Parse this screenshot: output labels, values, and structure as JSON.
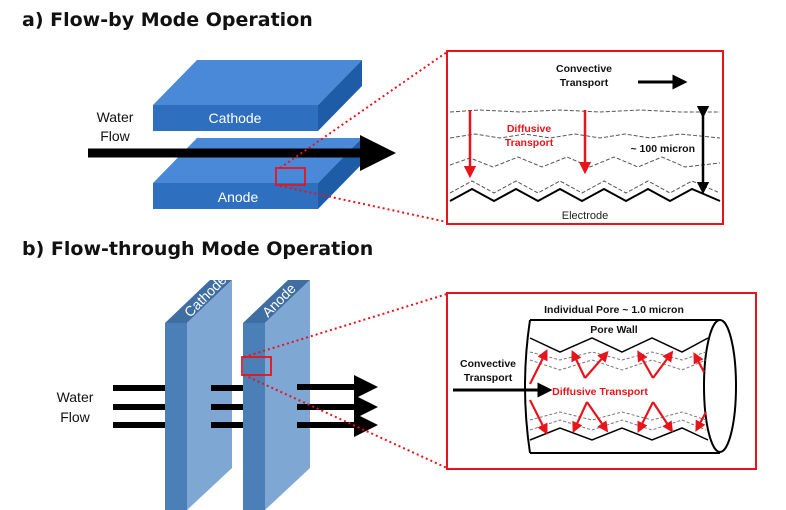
{
  "panel_a": {
    "title": "a) Flow-by Mode Operation",
    "cathode_label": "Cathode",
    "anode_label": "Anode",
    "water_flow_line1": "Water",
    "water_flow_line2": "Flow",
    "inset": {
      "convective_line1": "Convective",
      "convective_line2": "Transport",
      "diffusive_line1": "Diffusive",
      "diffusive_line2": "Transport",
      "thickness_label": "~ 100 micron",
      "electrode_label": "Electrode"
    }
  },
  "panel_b": {
    "title": "b) Flow-through Mode Operation",
    "cathode_label": "Cathode",
    "anode_label": "Anode",
    "water_flow_line1": "Water",
    "water_flow_line2": "Flow",
    "inset": {
      "pore_title": "Individual Pore ~ 1.0 micron",
      "pore_wall_label": "Pore Wall",
      "convective_line1": "Convective",
      "convective_line2": "Transport",
      "diffusive_label": "Diffusive Transport"
    }
  },
  "colors": {
    "highlight_red": "#e8141b",
    "electrode_blue_front": "#2f6fc0",
    "electrode_blue_top": "#4a89d8",
    "plate_blue": "#5b8fc9"
  }
}
